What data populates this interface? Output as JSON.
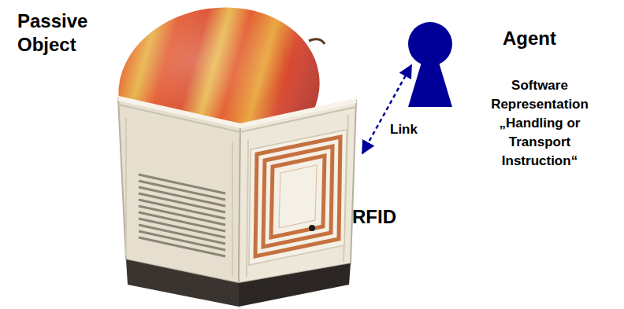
{
  "diagram": {
    "nodes": [
      {
        "text": [
          "Passive Object"
        ]
      },
      {
        "text": [
          "Agent",
          "Software Representation „Handling or Transport Instruction“"
        ]
      }
    ],
    "edges": [
      {
        "from": 0,
        "to": 1,
        "arrow": "both",
        "label": "Link"
      }
    ],
    "labels": [
      "RFID"
    ]
  }
}
